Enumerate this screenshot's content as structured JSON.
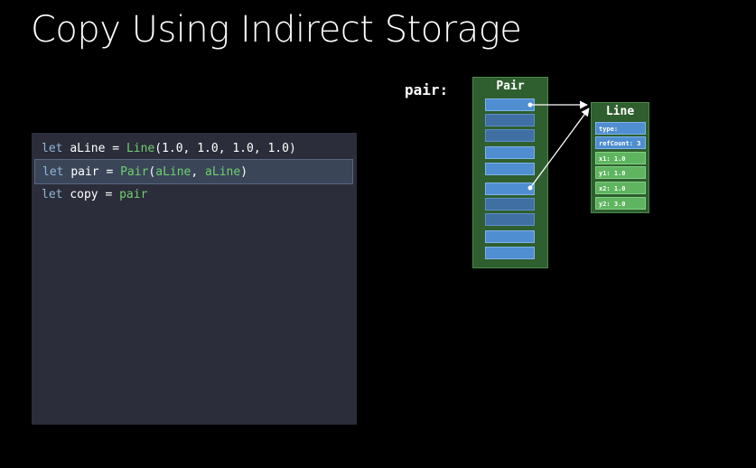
{
  "slide": {
    "title": "Copy Using Indirect Storage"
  },
  "code": {
    "line1": {
      "kw": "let",
      "name": "aLine",
      "op": "=",
      "type": "Line",
      "args": "(1.0, 1.0, 1.0, 1.0)"
    },
    "line2": {
      "kw": "let",
      "name": "pair",
      "op": "=",
      "type": "Pair",
      "open": "(",
      "arg1": "aLine",
      "sep": ", ",
      "arg2": "aLine",
      "close": ")"
    },
    "line3": {
      "kw": "let",
      "name": "copy",
      "op": "=",
      "value": "pair"
    }
  },
  "diagram": {
    "var_label": "pair:",
    "pair_box": {
      "title": "Pair"
    },
    "line_box": {
      "title": "Line",
      "fields": [
        "type:",
        "refCount: 3",
        "x1: 1.0",
        "y1: 1.0",
        "x2: 1.0",
        "y2: 3.0"
      ]
    }
  },
  "colors": {
    "background": "#000000",
    "code_panel": "#2b2d3a",
    "keyword": "#8fb6d8",
    "type_name": "#6fcf6f",
    "box_green": "#2f5e2f",
    "cell_blue": "#3f6fa3",
    "cell_blue_bright": "#4f8ed0",
    "field_green": "#5fb55f"
  }
}
